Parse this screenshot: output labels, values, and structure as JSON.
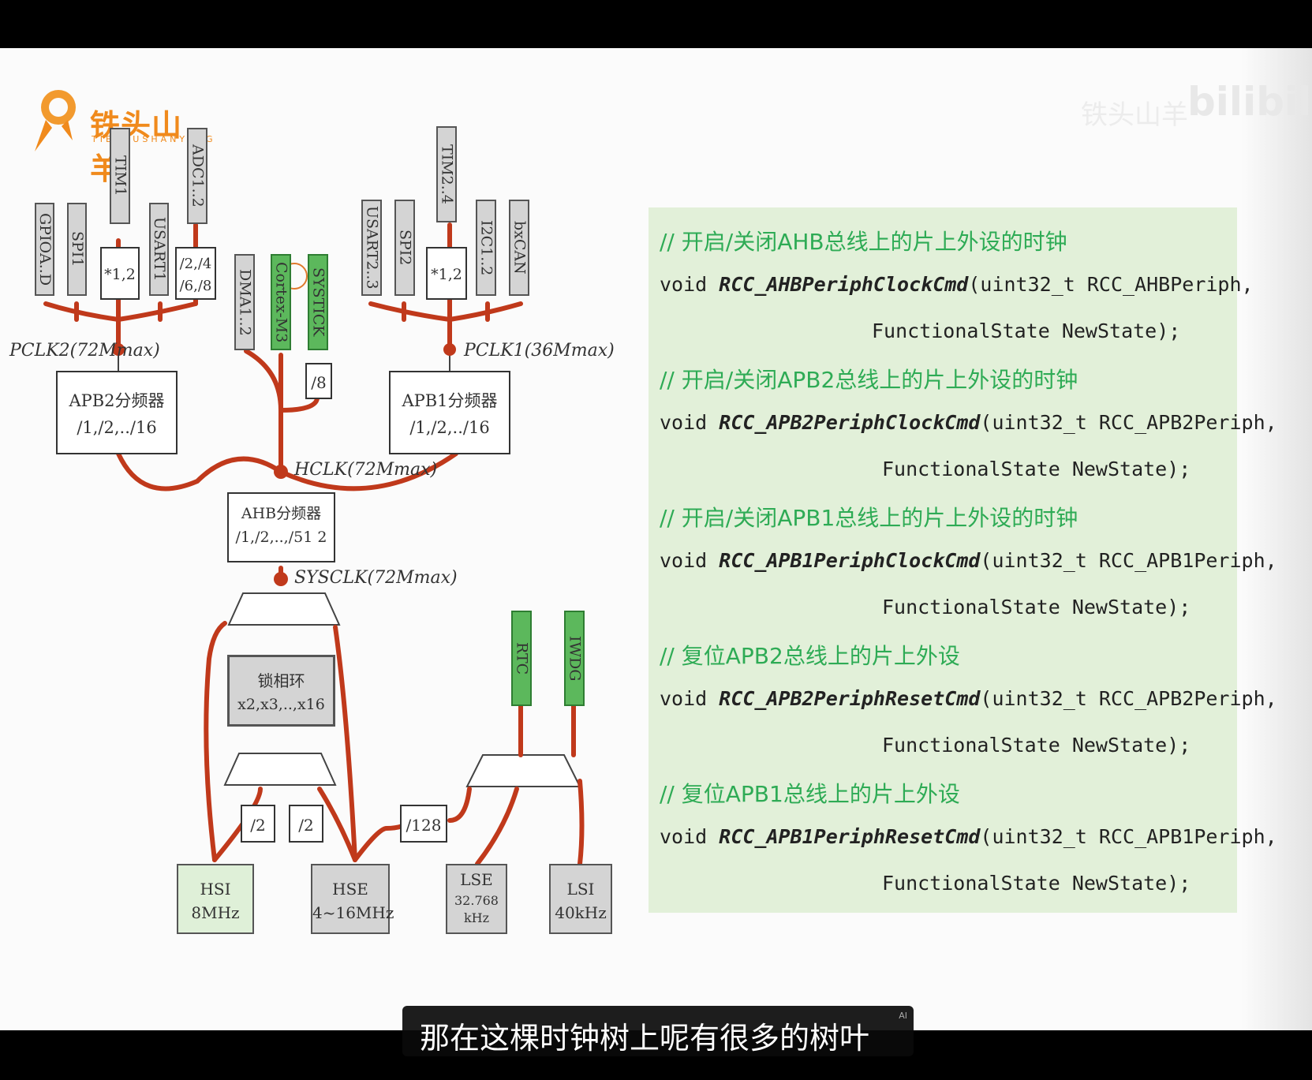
{
  "logo": {
    "name": "铁头山羊",
    "sub": "TIETOUSHANYANG"
  },
  "watermark": {
    "brand": "bilibili",
    "author": "铁头山羊"
  },
  "diagram": {
    "peripherals_apb2": [
      "GPIOA..D",
      "SPI1",
      "TIM1",
      "USART1",
      "ADC1..2"
    ],
    "peripherals_ahb": [
      "DMA1..2",
      "Cortex-M3",
      "SYSTICK"
    ],
    "peripherals_apb1": [
      "USART2..3",
      "SPI2",
      "TIM2..4",
      "I2C1..2",
      "bxCAN"
    ],
    "tim1_mult": "*1,2",
    "adc_div": "/2,/4 /6,/8",
    "tim24_mult": "*1,2",
    "systick_div": "/8",
    "pclk2": "PCLK2(72Mmax)",
    "pclk1": "PCLK1(36Mmax)",
    "hclk": "HCLK(72Mmax)",
    "sysclk": "SYSCLK(72Mmax)",
    "apb2_div": {
      "title": "APB2分频器",
      "range": "/1,/2,../16"
    },
    "apb1_div": {
      "title": "APB1分频器",
      "range": "/1,/2,../16"
    },
    "ahb_div": {
      "title": "AHB分频器",
      "range": "/1,/2,..,/51 2"
    },
    "pll": {
      "title": "锁相环",
      "range": "x2,x3,..,x16"
    },
    "div2a": "/2",
    "div2b": "/2",
    "div128": "/128",
    "rtc": "RTC",
    "iwdg": "IWDG",
    "hsi": {
      "name": "HSI",
      "freq": "8MHz"
    },
    "hse": {
      "name": "HSE",
      "freq": "4~16MHz"
    },
    "lse": {
      "name": "LSE",
      "freq": "32.768 kHz"
    },
    "lsi": {
      "name": "LSI",
      "freq": "40kHz"
    }
  },
  "code": {
    "c1": "// 开启/关闭AHB总线上的片上外设的时钟",
    "l1a_pre": "void ",
    "l1a_fn": "RCC_AHBPeriphClockCmd",
    "l1a_post": "(uint32_t RCC_AHBPeriph,",
    "l1b": "FunctionalState NewState);",
    "c2": "// 开启/关闭APB2总线上的片上外设的时钟",
    "l2a_pre": "void ",
    "l2a_fn": "RCC_APB2PeriphClockCmd",
    "l2a_post": "(uint32_t RCC_APB2Periph,",
    "l2b": "FunctionalState NewState);",
    "c3": "// 开启/关闭APB1总线上的片上外设的时钟",
    "l3a_pre": "void ",
    "l3a_fn": "RCC_APB1PeriphClockCmd",
    "l3a_post": "(uint32_t RCC_APB1Periph,",
    "l3b": "FunctionalState NewState);",
    "c4": "// 复位APB2总线上的片上外设",
    "l4a_pre": "void ",
    "l4a_fn": "RCC_APB2PeriphResetCmd",
    "l4a_post": "(uint32_t RCC_APB2Periph,",
    "l4b": "FunctionalState NewState);",
    "c5": "// 复位APB1总线上的片上外设",
    "l5a_pre": "void ",
    "l5a_fn": "RCC_APB1PeriphResetCmd",
    "l5a_post": "(uint32_t RCC_APB1Periph,",
    "l5b": "FunctionalState NewState);"
  },
  "subtitle": {
    "text": "那在这棵时钟树上呢有很多的树叶",
    "badge": "AI"
  },
  "colors": {
    "annotation": "#c0391b",
    "code_bg": "#e2f0d9",
    "comment": "#2eab55",
    "peripheral_green": "#5cb85c"
  }
}
